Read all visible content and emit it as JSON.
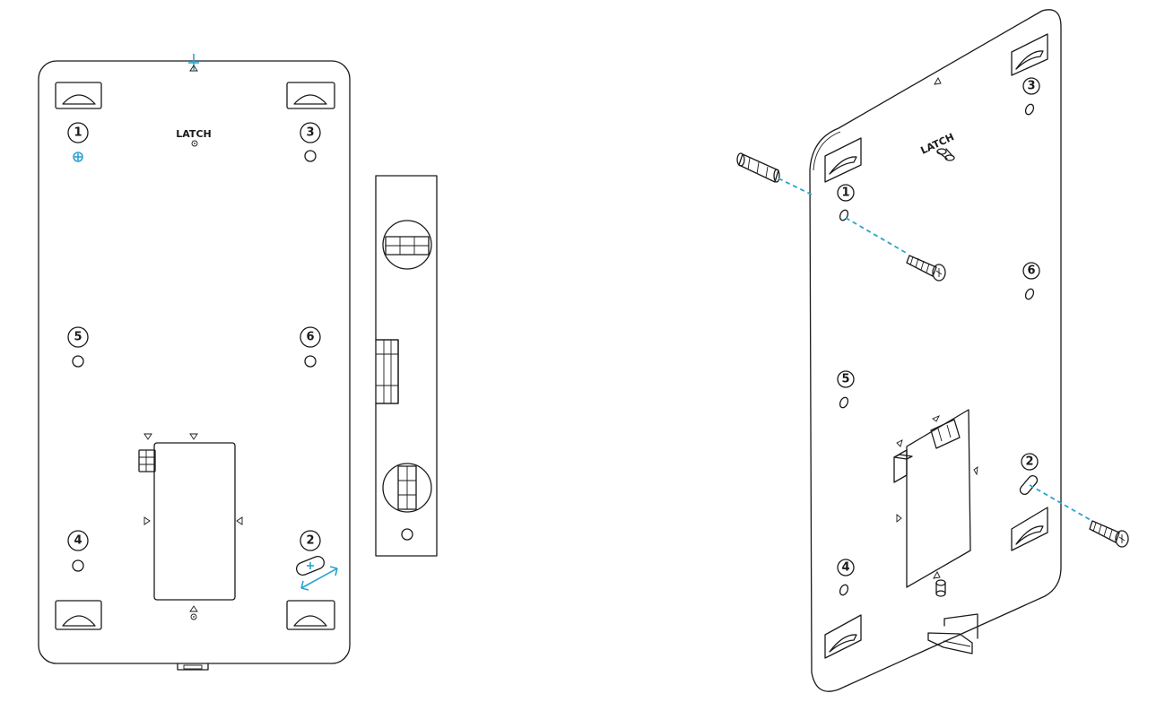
{
  "front_view": {
    "latch_label": "LATCH",
    "hole_numbers": [
      "1",
      "3",
      "5",
      "6",
      "4",
      "2"
    ]
  },
  "side_view": {},
  "iso_view": {
    "latch_label": "LATCH",
    "hole_numbers": [
      "3",
      "1",
      "6",
      "5",
      "2",
      "4"
    ]
  },
  "colors": {
    "accent": "#2aa3cf",
    "line": "#1a1a1a",
    "background": "#ffffff"
  }
}
